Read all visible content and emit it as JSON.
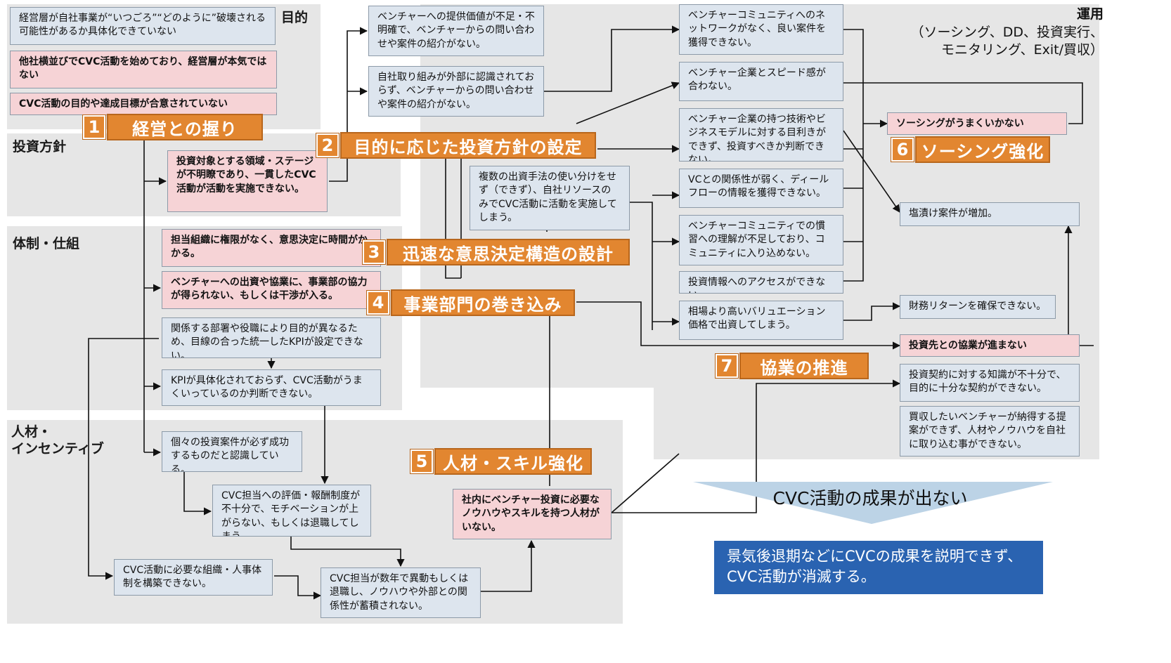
{
  "regions": {
    "purpose": "目的",
    "policy": "投資方針",
    "structure": "体制・仕組",
    "talent": "人材・\nインセンティブ",
    "operations_title": "運用",
    "operations_sub1": "（ソーシング、DD、投資実行、",
    "operations_sub2": "モニタリング、Exit/買収）"
  },
  "banners": {
    "b1": {
      "num": "1",
      "label": "経営との握り"
    },
    "b2": {
      "num": "2",
      "label": "目的に応じた投資方針の設定"
    },
    "b3": {
      "num": "3",
      "label": "迅速な意思決定構造の設計"
    },
    "b4": {
      "num": "4",
      "label": "事業部門の巻き込み"
    },
    "b5": {
      "num": "5",
      "label": "人材・スキル強化"
    },
    "b6": {
      "num": "6",
      "label": "ソーシング強化"
    },
    "b7": {
      "num": "7",
      "label": "協業の推進"
    }
  },
  "boxes": {
    "p1": "経営層が自社事業が“いつごろ”“どのように”破壊される可能性があるか具体化できていない",
    "p2": "他社横並びでCVC活動を始めており、経営層が本気ではない",
    "p3": "CVC活動の目的や達成目標が合意されていない",
    "pol1": "投資対象とする領域・ステージが不明瞭であり、一貫したCVC活動が活動を実施できない。",
    "s1": "担当組織に権限がなく、意思決定に時間がかかる。",
    "s2": "ベンチャーへの出資や協業に、事業部の協力が得られない、もしくは干渉が入る。",
    "s3": "関係する部署や役職により目的が異なるため、目線の合った統一したKPIが設定できない。",
    "s4": "KPIが具体化されておらず、CVC活動がうまくいっているのか判断できない。",
    "t1": "個々の投資案件が必ず成功するものだと認識している。",
    "t2": "CVC担当への評価・報酬制度が不十分で、モチベーションが上がらない、もしくは退職してしまう。",
    "t3": "CVC活動に必要な組織・人事体制を構築できない。",
    "t4": "CVC担当が数年で異動もしくは退職し、ノウハウや外部との関係性が蓄積されない。",
    "t5": "社内にベンチャー投資に必要なノウハウやスキルを持つ人材がいない。",
    "m1": "ベンチャーへの提供価値が不足・不明確で、ベンチャーからの問い合わせや案件の紹介がない。",
    "m2": "自社取り組みが外部に認識されておらず、ベンチャーからの問い合わせや案件の紹介がない。",
    "m3": "複数の出資手法の使い分けをせず（できず）、自社リソースのみでCVC活動に活動を実施してしまう。",
    "o1": "ベンチャーコミュニティへのネットワークがなく、良い案件を獲得できない。",
    "o2": "ベンチャー企業とスピード感が合わない。",
    "o3": "ベンチャー企業の持つ技術やビジネスモデルに対する目利きができず、投資すべきか判断できない。",
    "o4": "VCとの関係性が弱く、ディールフローの情報を獲得できない。",
    "o5": "ベンチャーコミュニティでの慣習への理解が不足しており、コミュニティに入り込めない。",
    "o6": "投資情報へのアクセスができない。",
    "o7": "相場より高いバリュエーション価格で出資してしまう。",
    "r1": "ソーシングがうまくいかない",
    "r2": "塩漬け案件が増加。",
    "r3": "財務リターンを確保できない。",
    "r4": "投資先との協業が進まない",
    "r5": "投資契約に対する知識が不十分で、目的に十分な契約ができない。",
    "r6": "買収したいベンチャーが納得する提案ができず、人材やノウハウを自社に取り込む事ができない。"
  },
  "outcome": "CVC活動の成果が出ない",
  "final": "景気後退期などにCVCの成果を説明できず、\nCVC活動が消滅する。",
  "colors": {
    "banner": "#e28630",
    "pink_box": "#f6d3d6",
    "blue_box": "#dde5ee",
    "region": "#e6e6e6",
    "final_box": "#2a63b1",
    "outcome_arrow": "#bcd3e6"
  }
}
